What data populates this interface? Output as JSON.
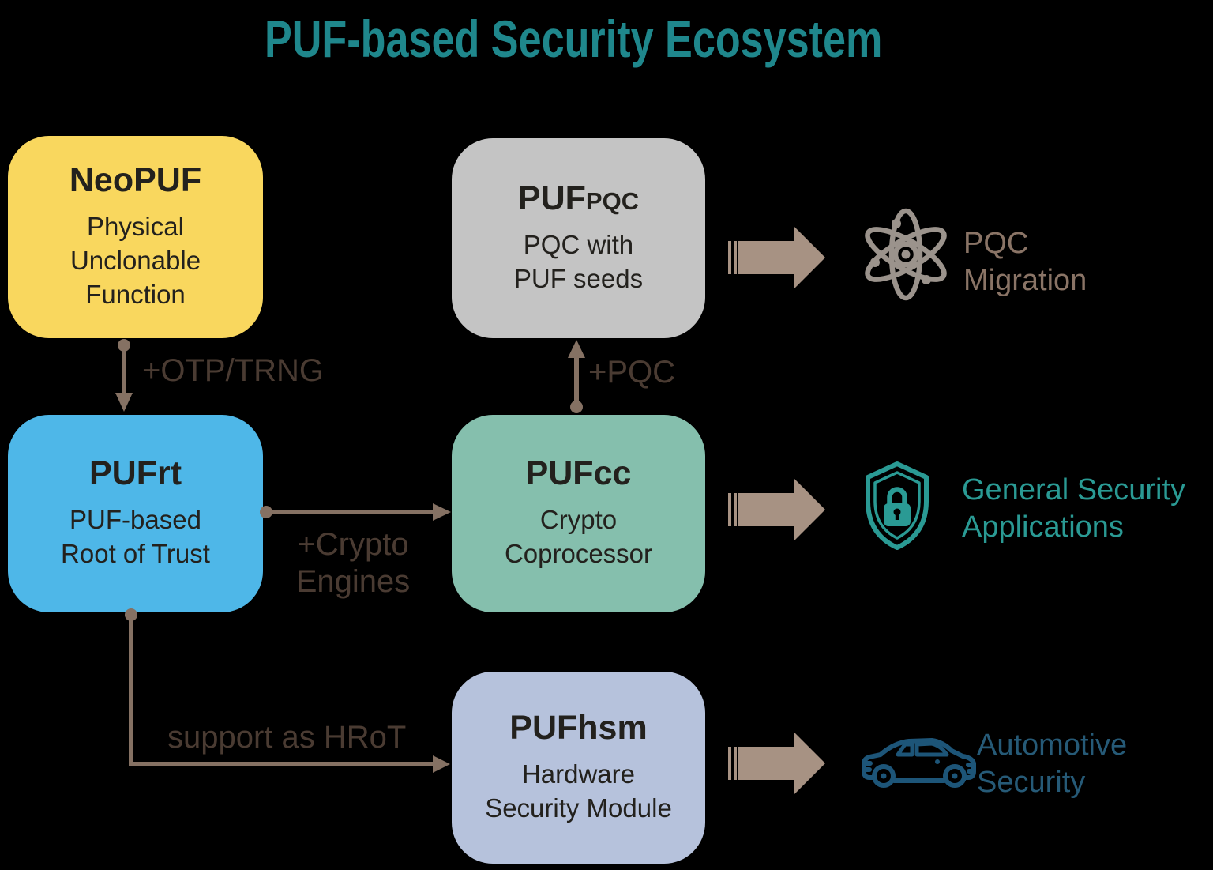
{
  "title": "PUF-based Security Ecosystem",
  "boxes": {
    "neopuf": {
      "name": "NeoPUF",
      "name_small": "",
      "desc": "Physical\nUnclonable\nFunction",
      "color": "#f9d75e"
    },
    "pufpqc": {
      "name": "PUF",
      "name_small": "PQC",
      "desc": "PQC with\nPUF seeds",
      "color": "#c4c4c4"
    },
    "pufrt": {
      "name": "PUFrt",
      "name_small": "",
      "desc": "PUF-based\nRoot of Trust",
      "color": "#4eb7e8"
    },
    "pufcc": {
      "name": "PUFcc",
      "name_small": "",
      "desc": "Crypto\nCoprocessor",
      "color": "#85bfad"
    },
    "pufhsm": {
      "name": "PUFhsm",
      "name_small": "",
      "desc": "Hardware\nSecurity Module",
      "color": "#b6c2dc"
    }
  },
  "connectors": {
    "neopuf_to_pufrt": "+OTP/TRNG",
    "pufrt_to_pufcc": "+Crypto\nEngines",
    "pufcc_to_pufpqc": "+PQC",
    "pufrt_to_pufhsm": "support as HRoT"
  },
  "outcomes": {
    "pqc_migration": {
      "label": "PQC\nMigration",
      "icon": "atom-icon",
      "color": "#8a7466"
    },
    "general_security": {
      "label": "General Security\nApplications",
      "icon": "shield-lock-icon",
      "color": "#2a9a94"
    },
    "automotive_security": {
      "label": "Automotive\nSecurity",
      "icon": "car-icon",
      "color": "#265a77"
    }
  },
  "colors": {
    "background": "#000000",
    "title": "#1f878c",
    "box_text": "#23211d",
    "connector_line": "#857163",
    "connector_label": "#4a3b32",
    "block_arrow": "#a79283",
    "atom_icon": "#9b938c",
    "shield_icon": "#2a9a94",
    "car_icon": "#1d5578"
  }
}
